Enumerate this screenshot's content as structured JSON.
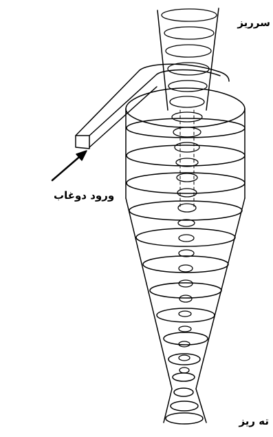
{
  "labels": {
    "overflow": "سرریز",
    "inlet": "ورود دوغاب",
    "underflow": "ته ریز"
  },
  "colors": {
    "line": "#000000",
    "background": "#ffffff"
  }
}
